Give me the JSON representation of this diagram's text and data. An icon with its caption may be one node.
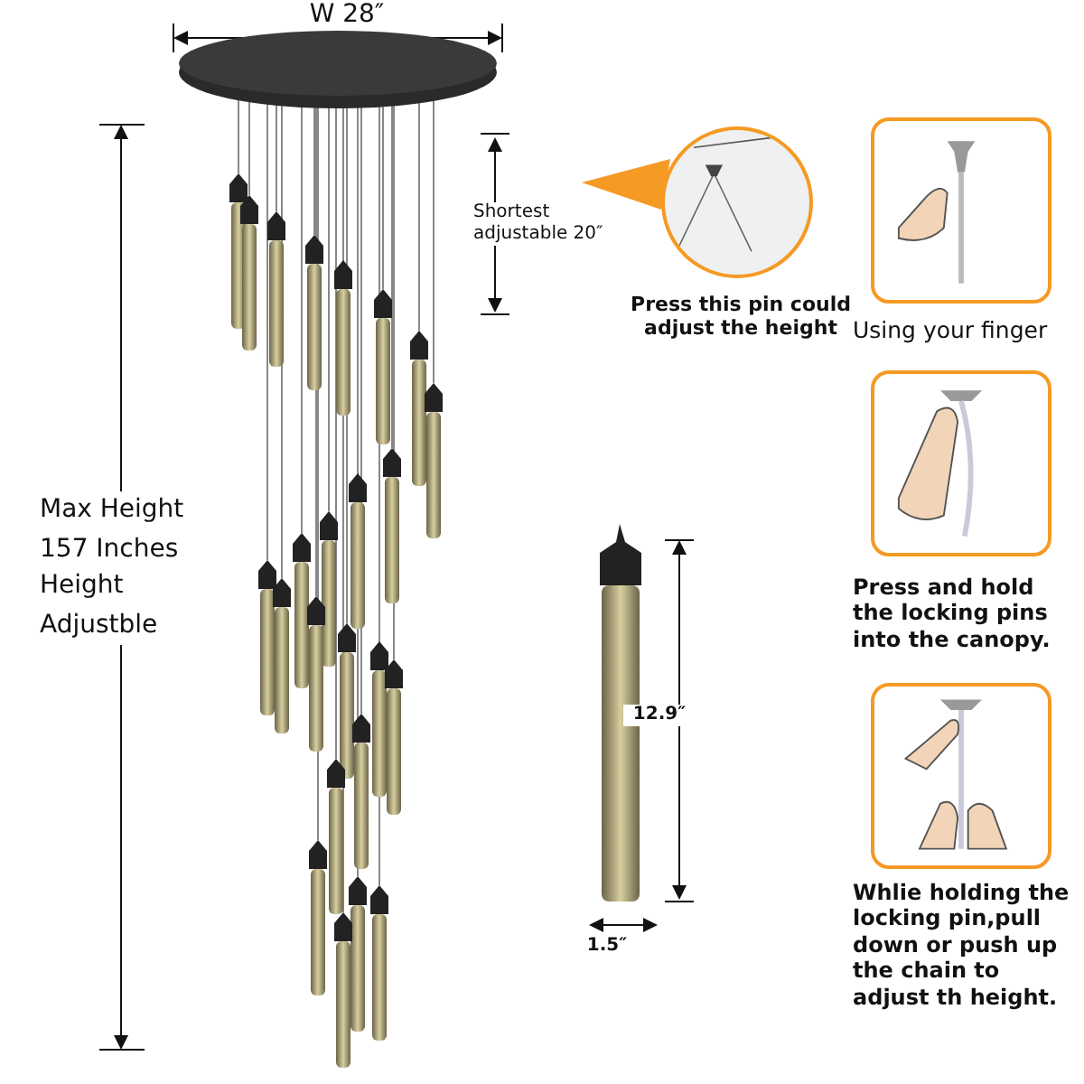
{
  "diagram": {
    "nodes": [
      {
        "text": [],
        "shape": "picture",
        "beside": [
          "Press this pin could adjust the height"
        ]
      },
      {
        "text": [],
        "shape": "picture",
        "beside": [
          "Using your finger"
        ]
      },
      {
        "text": [],
        "shape": "picture",
        "beside": [
          "Press and hold the locking pins into the canopy."
        ]
      },
      {
        "text": [],
        "shape": "picture",
        "beside": [
          "Whlie holding the locking pin,pull down or push up the chain to adjust th height."
        ]
      }
    ],
    "labels": [
      "W 28″",
      "Shortest adjustable 20″",
      "Max Height 157 Inches",
      "Height Adjustble",
      "12.9″",
      "1.5″"
    ]
  }
}
